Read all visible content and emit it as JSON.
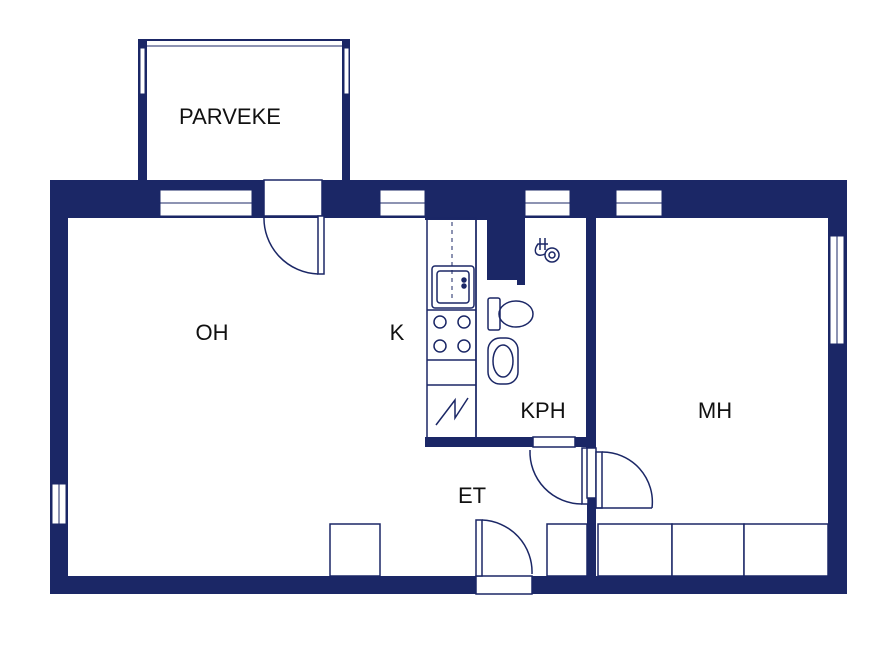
{
  "floorplan": {
    "colors": {
      "wall": "#1b2766",
      "line": "#1b2766",
      "background": "#ffffff",
      "text": "#111111"
    },
    "rooms": [
      {
        "id": "parveke",
        "label": "PARVEKE"
      },
      {
        "id": "oh",
        "label": "OH"
      },
      {
        "id": "k",
        "label": "K"
      },
      {
        "id": "kph",
        "label": "KPH"
      },
      {
        "id": "mh",
        "label": "MH"
      },
      {
        "id": "et",
        "label": "ET"
      }
    ]
  }
}
